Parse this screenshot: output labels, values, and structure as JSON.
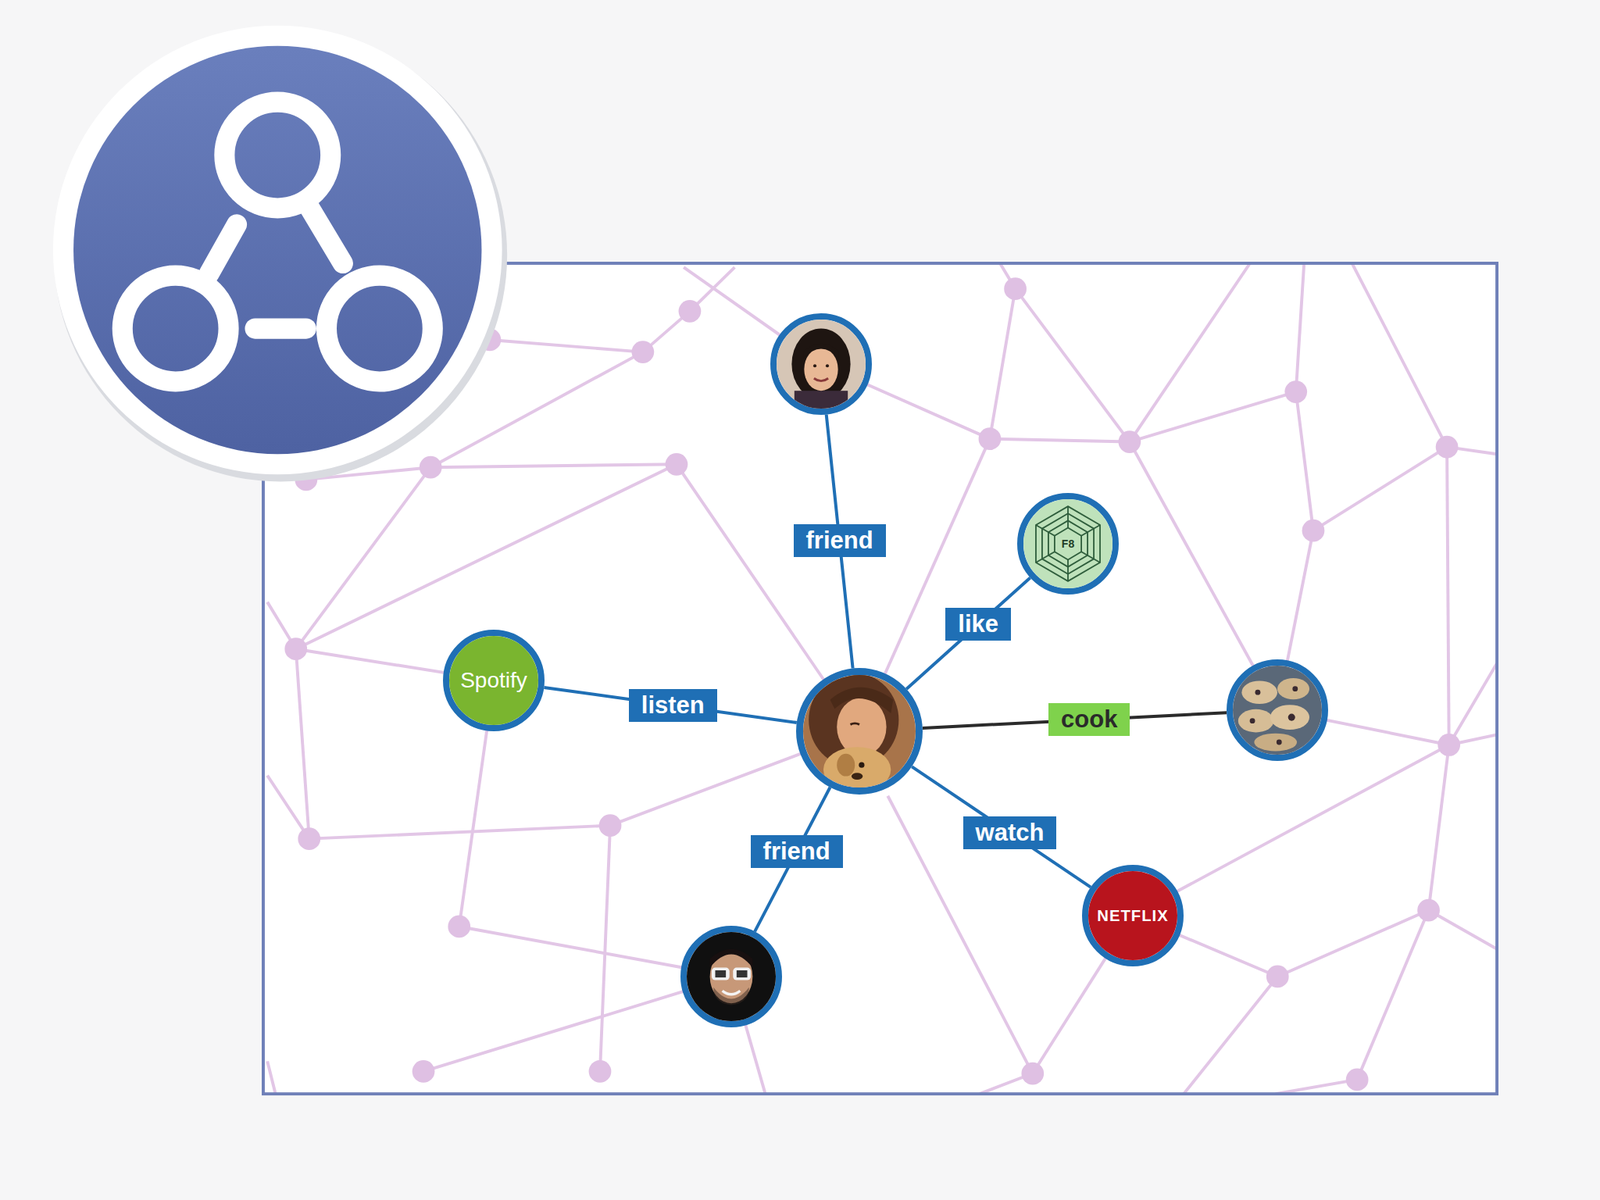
{
  "diagram": {
    "nodes": [
      {
        "text": []
      },
      {
        "text": [
          "F8"
        ]
      },
      {
        "text": [
          "Spotify"
        ]
      },
      {
        "text": []
      },
      {
        "text": []
      },
      {
        "text": [
          "NETFLIX"
        ]
      },
      {
        "text": []
      }
    ],
    "edges": [
      {
        "from": 3,
        "to": 0,
        "label": "friend",
        "arrow": "none"
      },
      {
        "from": 3,
        "to": 1,
        "label": "like",
        "arrow": "none"
      },
      {
        "from": 3,
        "to": 2,
        "label": "listen",
        "arrow": "none"
      },
      {
        "from": 3,
        "to": 4,
        "label": "cook",
        "arrow": "none"
      },
      {
        "from": 3,
        "to": 5,
        "label": "watch",
        "arrow": "none"
      },
      {
        "from": 3,
        "to": 6,
        "label": "friend",
        "arrow": "none"
      }
    ]
  }
}
